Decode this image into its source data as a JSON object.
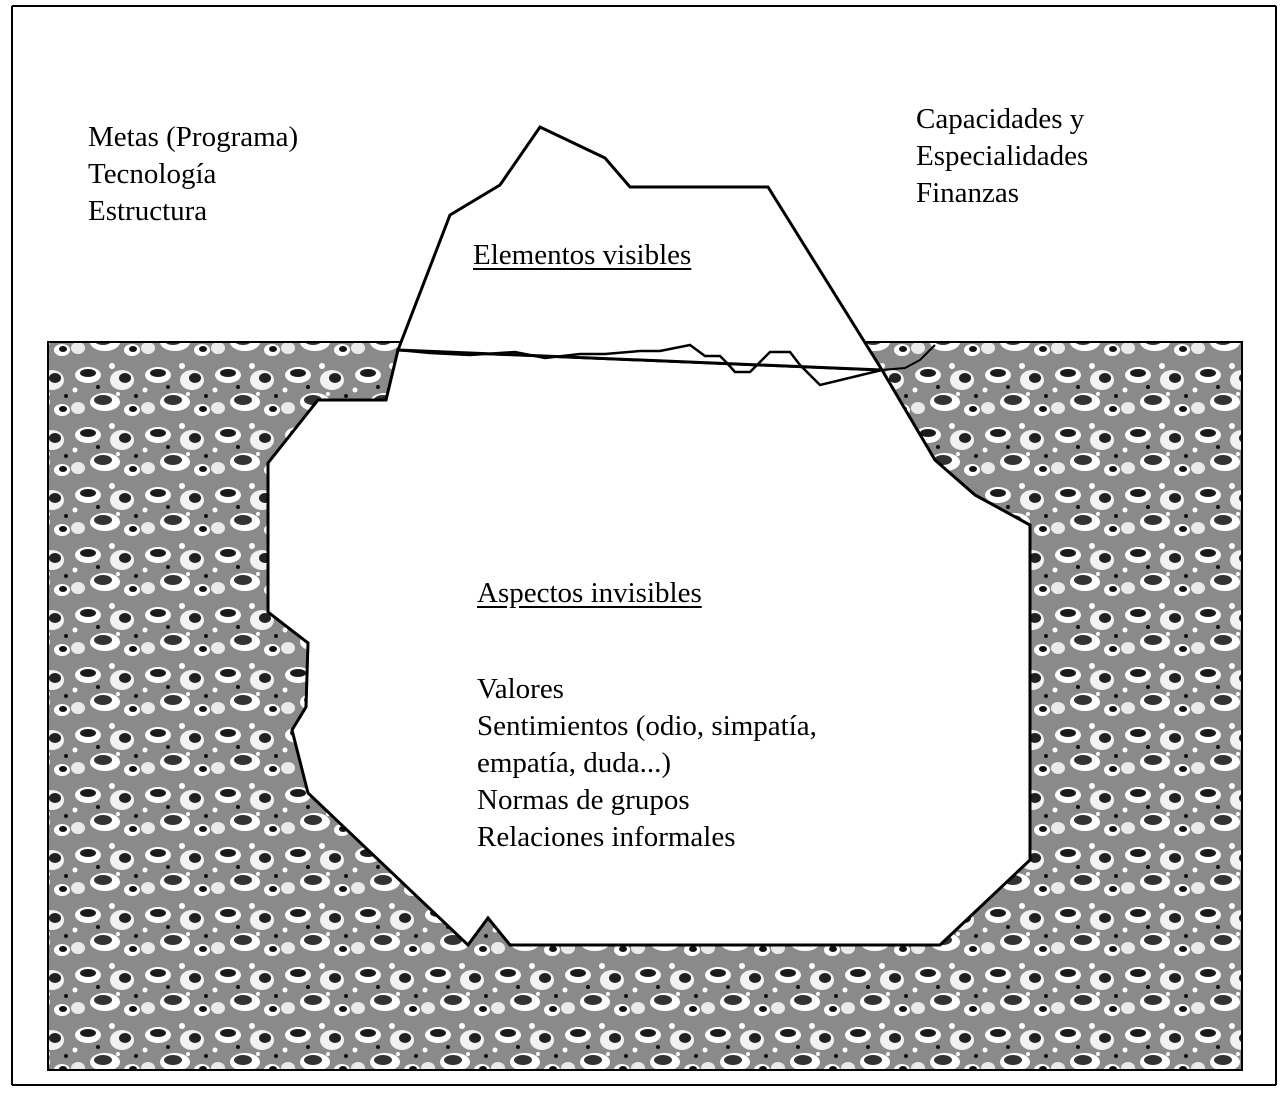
{
  "visible_left": [
    "Metas (Programa)",
    "Tecnología",
    "Estructura"
  ],
  "visible_right": [
    "Capacidades y",
    "Especialidades",
    "Finanzas"
  ],
  "label_visible": "Elementos visibles",
  "label_invisible": "Aspectos invisibles",
  "invisible_items": [
    "Valores",
    "Sentimientos (odio, simpatía,",
    "empatía, duda...)",
    "Normas de grupos",
    "Relaciones informales"
  ],
  "colors": {
    "ink": "#000000",
    "paper": "#ffffff",
    "water_dark": "#1a1a1a",
    "water_light": "#ffffff"
  }
}
